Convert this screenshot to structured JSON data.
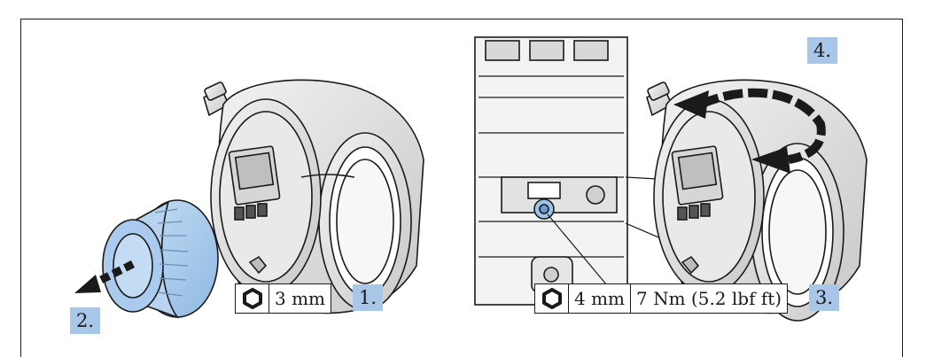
{
  "steps": [
    {
      "id": "1",
      "label": "1."
    },
    {
      "id": "2",
      "label": "2."
    },
    {
      "id": "3",
      "label": "3."
    },
    {
      "id": "4",
      "label": "4."
    }
  ],
  "spec_left": {
    "tool": "hex-key-icon",
    "size": "3 mm"
  },
  "spec_right": {
    "tool": "hex-key-icon",
    "size": "4 mm",
    "torque": "7 Nm (5.2 lbf ft)"
  },
  "colors": {
    "badge": "#a8c6e8",
    "part_blue": "#9cc3ea",
    "outline": "#1a1a1a"
  }
}
